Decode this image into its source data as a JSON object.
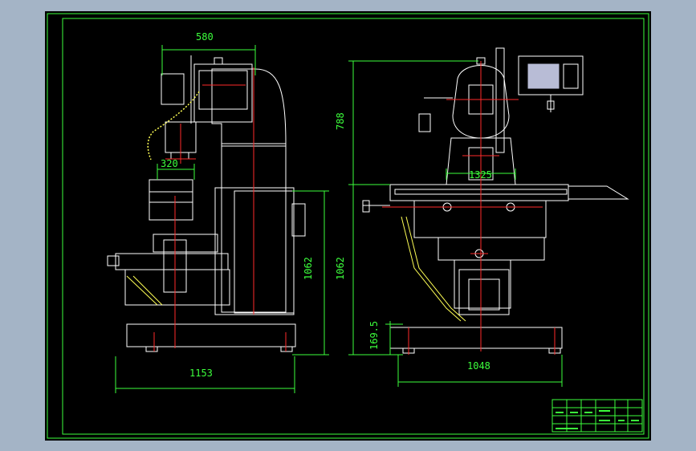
{
  "drawing": {
    "colors": {
      "background": "#a4b4c6",
      "paper": "#000000",
      "border": "#3cff3c",
      "outline": "#ffffff",
      "centerline": "#ff2a2a",
      "dimension": "#3cff3c",
      "hatch": "#ffff55",
      "screen": "#b8bcd6"
    },
    "side_view": {
      "dimensions": {
        "top_width": "580",
        "quill_width": "320",
        "height": "1062",
        "length": "1153"
      }
    },
    "front_view": {
      "dimensions": {
        "upper_height": "788",
        "lower_height": "1062",
        "table_travel": "1325",
        "base_height": "169.5",
        "base_width": "1048"
      }
    },
    "title_block": {
      "label": "title-block"
    }
  }
}
